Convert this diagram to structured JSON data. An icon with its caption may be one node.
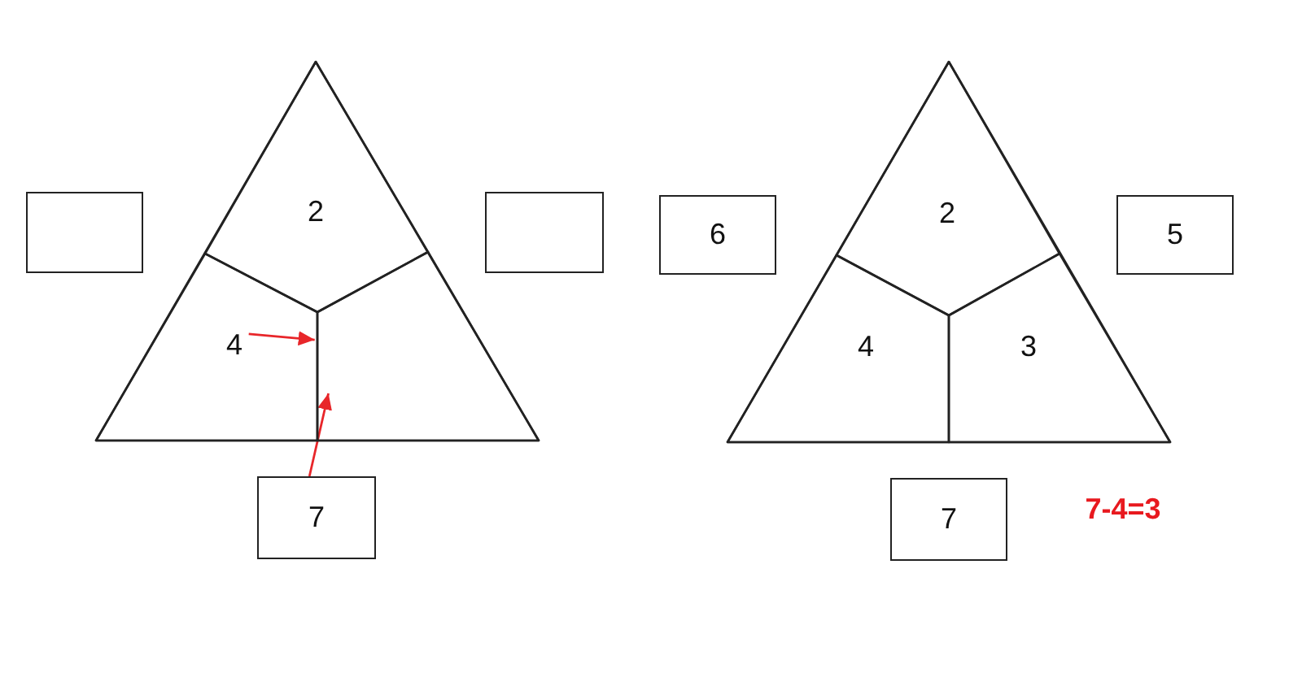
{
  "diagram": {
    "nodes": [
      {
        "text": [],
        "shape": "triangle"
      },
      {
        "text": [
          "2"
        ],
        "in": 0
      },
      {
        "text": [
          "4"
        ],
        "in": 0
      },
      {
        "text": [],
        "shape": "polygon",
        "in": 0
      },
      {
        "text": [],
        "shape": "box"
      },
      {
        "text": [],
        "shape": "box"
      },
      {
        "text": [
          "7"
        ]
      },
      {
        "text": [],
        "shape": "triangle"
      },
      {
        "text": [
          "2"
        ],
        "in": 7
      },
      {
        "text": [
          "4"
        ],
        "in": 7
      },
      {
        "text": [
          "3"
        ],
        "in": 7
      },
      {
        "text": [
          "6"
        ]
      },
      {
        "text": [
          "5"
        ]
      },
      {
        "text": [
          "7"
        ]
      }
    ],
    "edges": [
      {
        "from": 2,
        "to": 3,
        "arrow": "to",
        "color": "#e8262a"
      },
      {
        "from": 6,
        "to": 3,
        "arrow": "to",
        "color": "#e8262a"
      }
    ],
    "labels": [
      "7-4=3"
    ]
  }
}
